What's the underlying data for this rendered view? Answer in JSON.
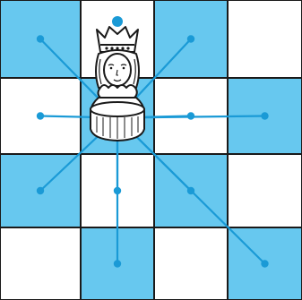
{
  "board": {
    "files": 4,
    "ranks": 4,
    "dark_color": "#67c8ef",
    "light_color": "#ffffff",
    "grid_color": "#1a1a1a",
    "move_color": "#1a9ad6",
    "dark_squares": [
      [
        0,
        0
      ],
      [
        2,
        0
      ],
      [
        1,
        1
      ],
      [
        3,
        1
      ],
      [
        0,
        2
      ],
      [
        2,
        2
      ],
      [
        1,
        3
      ],
      [
        3,
        3
      ]
    ]
  },
  "piece": {
    "name": "queen",
    "icon": "queen-icon",
    "square": [
      1,
      1
    ],
    "color": "#ffffff",
    "outline": "#1a1a1a",
    "crown_jewel_color": "#1a9ad6"
  },
  "moves": {
    "targets": [
      [
        1,
        0
      ],
      [
        0,
        0
      ],
      [
        2,
        0
      ],
      [
        0,
        1
      ],
      [
        2,
        1
      ],
      [
        3,
        1
      ],
      [
        0,
        2
      ],
      [
        1,
        2
      ],
      [
        2,
        2
      ],
      [
        1,
        3
      ],
      [
        3,
        3
      ]
    ]
  }
}
